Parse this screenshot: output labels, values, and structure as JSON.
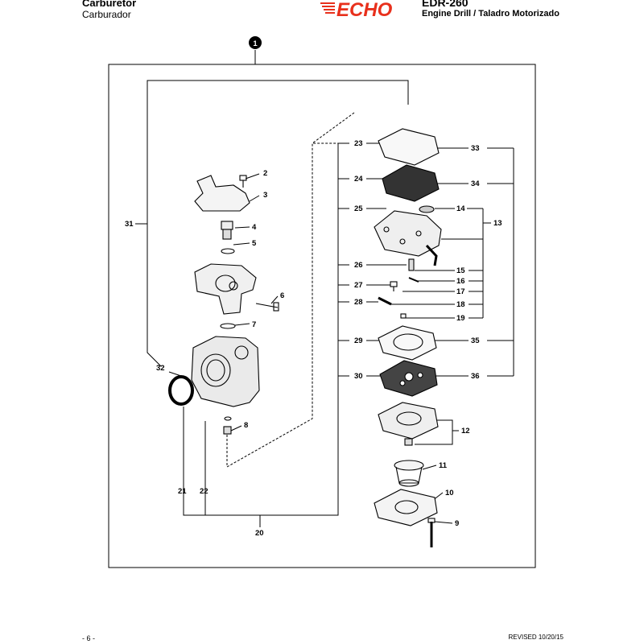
{
  "header": {
    "title": "Carburetor",
    "subtitle": "Carburador",
    "brand": "ECHO",
    "model": "EDR-260",
    "description": "Engine Drill / Taladro Motorizado"
  },
  "diagram": {
    "assembly_number": "1",
    "callouts": [
      "2",
      "3",
      "4",
      "5",
      "6",
      "7",
      "8",
      "9",
      "10",
      "11",
      "12",
      "13",
      "14",
      "15",
      "16",
      "17",
      "18",
      "19",
      "20",
      "21",
      "22",
      "23",
      "24",
      "25",
      "26",
      "27",
      "28",
      "29",
      "30",
      "31",
      "32",
      "33",
      "34",
      "35",
      "36"
    ]
  },
  "footer": {
    "page": "- 6 -",
    "revised": "REVISED 10/20/15"
  },
  "colors": {
    "logo_red": "#e8301c",
    "ink": "#000000"
  }
}
